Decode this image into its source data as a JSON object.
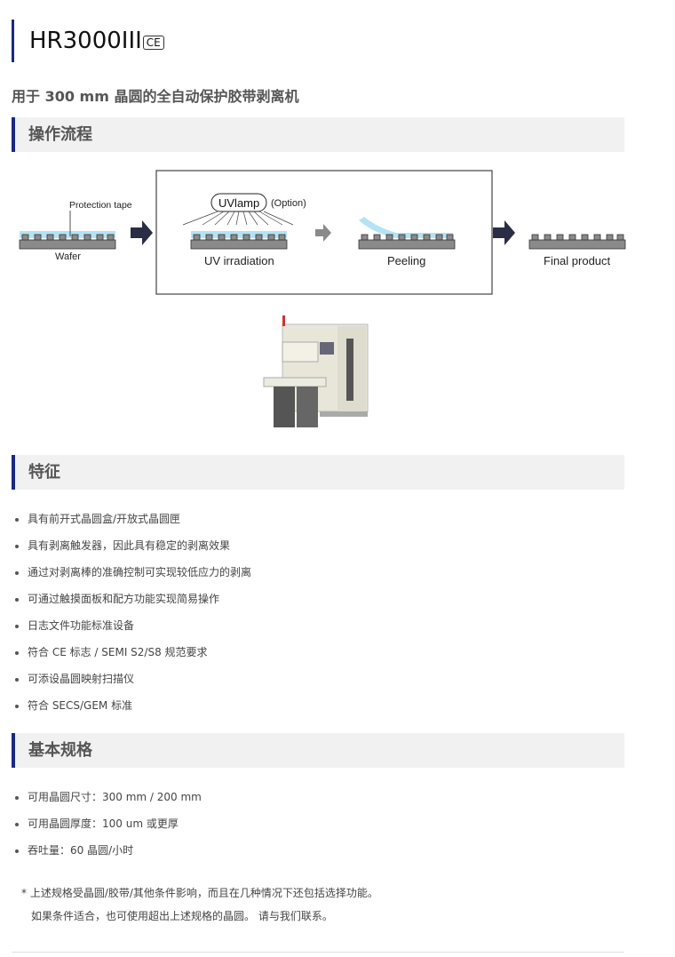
{
  "header": {
    "title": "HR3000III",
    "ce_mark": "CE",
    "subtitle": "用于 300 mm 晶圆的全自动保护胶带剥离机"
  },
  "sections": {
    "process": "操作流程",
    "features": "特征",
    "specs": "基本规格"
  },
  "diagram": {
    "protection_tape": "Protection tape",
    "wafer": "Wafer",
    "uv_lamp": "UVlamp",
    "option": "(Option)",
    "uv_irradiation": "UV irradiation",
    "peeling": "Peeling",
    "final_product": "Final product"
  },
  "features": [
    "具有前开式晶圆盒/开放式晶圆匣",
    "具有剥离触发器，因此具有稳定的剥离效果",
    "通过对剥离棒的准确控制可实现较低应力的剥离",
    "可通过触摸面板和配方功能实现简易操作",
    "日志文件功能标准设备",
    "符合 CE 标志 / SEMI S2/S8 规范要求",
    "可添设晶圆映射扫描仪",
    "符合 SECS/GEM 标准"
  ],
  "specs": [
    "可用晶圆尺寸：300 mm / 200 mm",
    "可用晶圆厚度：100 um 或更厚",
    "吞吐量：60 晶圆/小时"
  ],
  "note": {
    "line1": "* 上述规格受晶圆/胶带/其他条件影响，而且在几种情况下还包括选择功能。",
    "line2": "如果条件适合，也可使用超出上述规格的晶圆。 请与我们联系。"
  }
}
